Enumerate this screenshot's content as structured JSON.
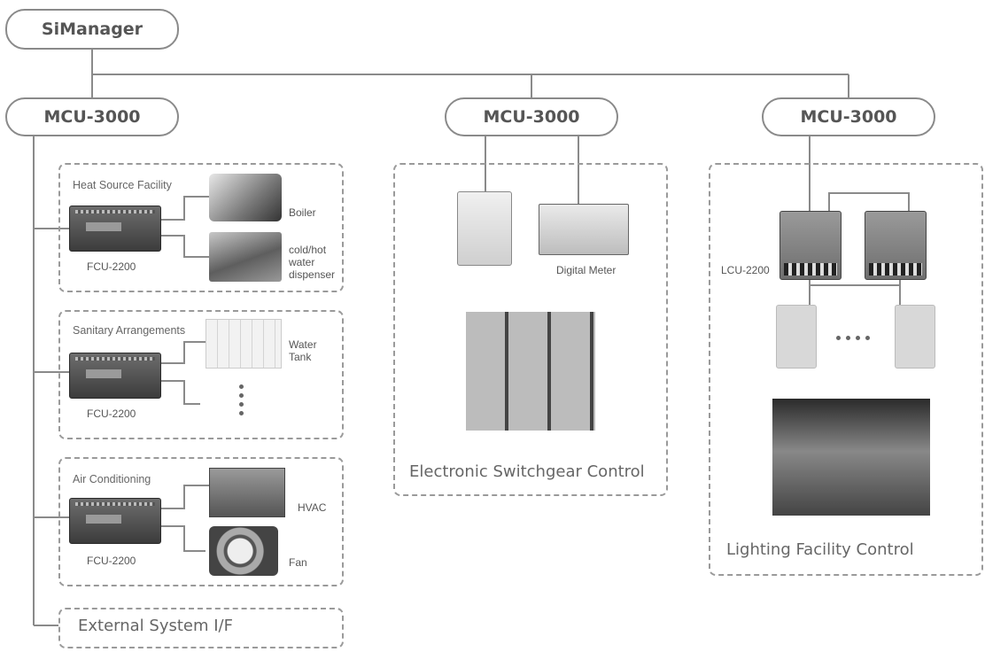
{
  "root": {
    "label": "SiManager"
  },
  "mcus": [
    {
      "label": "MCU-3000"
    },
    {
      "label": "MCU-3000"
    },
    {
      "label": "MCU-3000"
    }
  ],
  "hvac_column": {
    "groups": [
      {
        "title": "Heat Source Facility",
        "controller": "FCU-2200",
        "devices": [
          "Boiler",
          "cold/hot\nwater\ndispenser"
        ]
      },
      {
        "title": "Sanitary Arrangements",
        "controller": "FCU-2200",
        "devices": [
          "Water\nTank"
        ]
      },
      {
        "title": "Air Conditioning",
        "controller": "FCU-2200",
        "devices": [
          "HVAC",
          "Fan"
        ]
      }
    ],
    "external": "External System I/F"
  },
  "switchgear_column": {
    "meter_label": "Digital Meter",
    "title": "Electronic Switchgear Control"
  },
  "lighting_column": {
    "controller": "LCU-2200",
    "title": "Lighting Facility Control"
  },
  "colors": {
    "line": "#8a8a8a",
    "dash": "#9a9a9a",
    "text": "#555555"
  }
}
